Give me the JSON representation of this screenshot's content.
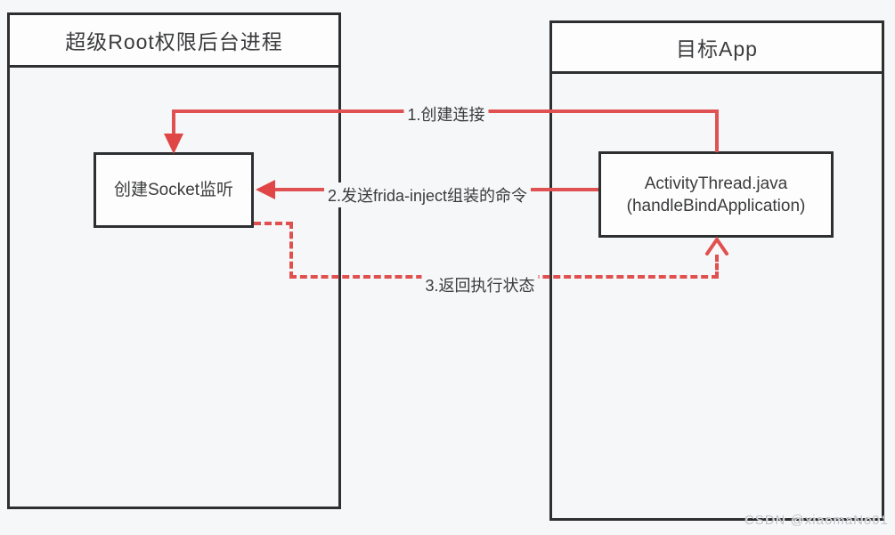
{
  "page": {
    "watermark": "CSDN @xiaomaNo01"
  },
  "colors": {
    "background": "#f6f7f8",
    "container_border": "#2e2f31",
    "accent_red": "#e05252",
    "text": "#3a3b3d",
    "watermark_gray": "#bfc3c6"
  },
  "diagram": {
    "left_container": {
      "title": "超级Root权限后台进程"
    },
    "right_container": {
      "title": "目标App"
    },
    "nodes": {
      "socket_listener": {
        "label": "创建Socket监听"
      },
      "activity_thread": {
        "label_line1": "ActivityThread.java",
        "label_line2": "(handleBindApplication)"
      }
    },
    "arrows": [
      {
        "label": "1.创建连接",
        "style": "solid",
        "from": "activity_thread",
        "to": "socket_listener"
      },
      {
        "label": "2.发送frida-inject组装的命令",
        "style": "solid",
        "from": "activity_thread",
        "to": "socket_listener"
      },
      {
        "label": "3.返回执行状态",
        "style": "dashed",
        "from": "socket_listener",
        "to": "activity_thread"
      }
    ]
  }
}
